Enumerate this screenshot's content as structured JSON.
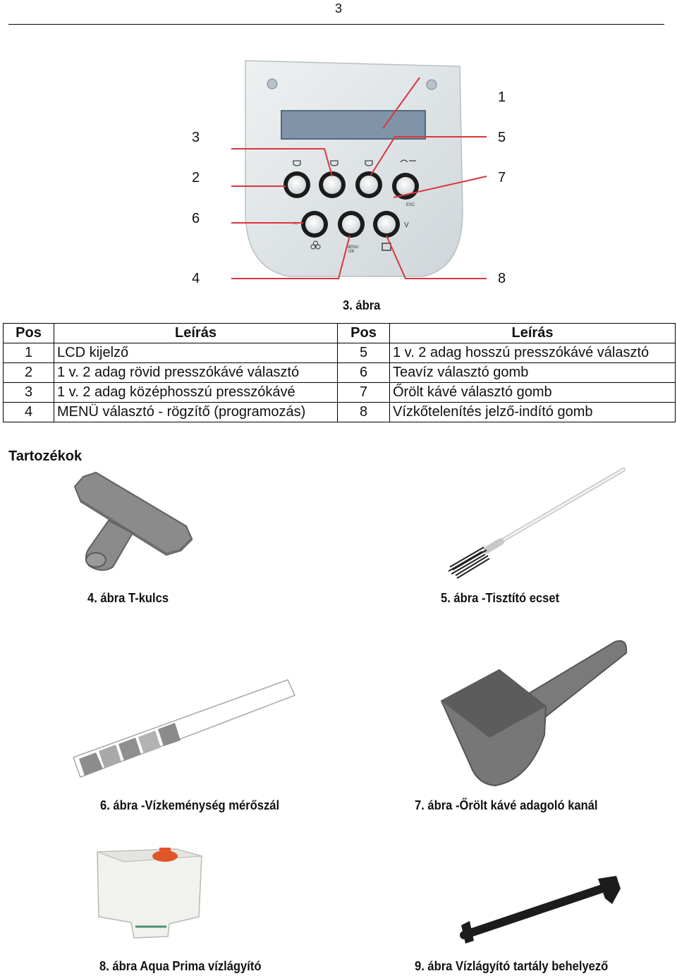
{
  "page_number": "3",
  "figure3": {
    "caption": "3. ábra",
    "callouts_left": [
      "3",
      "2",
      "6",
      "4"
    ],
    "callouts_right": [
      "1",
      "5",
      "7",
      "8"
    ],
    "panel_labels": {
      "esc": "ESC",
      "up": "^",
      "down": "V",
      "menu": "MENU",
      "ok": "OK"
    }
  },
  "table": {
    "headers": [
      "Pos",
      "Leírás",
      "Pos",
      "Leírás"
    ],
    "rows": [
      {
        "pos1": "1",
        "desc1": "LCD kijelző",
        "pos2": "5",
        "desc2": "1 v. 2 adag hosszú presszókávé választó"
      },
      {
        "pos1": "2",
        "desc1": "1 v. 2 adag rövid presszókávé választó",
        "pos2": "6",
        "desc2": "Teavíz választó gomb"
      },
      {
        "pos1": "3",
        "desc1": "1 v. 2 adag középhosszú presszókávé",
        "pos2": "7",
        "desc2": "Őrölt kávé választó gomb"
      },
      {
        "pos1": "4",
        "desc1": "MENÜ választó - rögzítő (programozás)",
        "pos2": "8",
        "desc2": "Vízkőtelenítés jelző-indító gomb"
      }
    ]
  },
  "accessories_heading": "Tartozékok",
  "figures": {
    "fig4": "4. ábra T-kulcs",
    "fig5": "5. ábra -Tisztító ecset",
    "fig6": "6. ábra -Vízkeménység mérőszál",
    "fig7": "7. ábra -Őrölt kávé adagoló kanál",
    "fig8": "8. ábra Aqua Prima vízlágyító",
    "fig9": "9. ábra Vízlágyító tartály behelyező"
  },
  "colors": {
    "callout_line": "#d9363e",
    "panel": "#dfe4e6",
    "lcd": "#7f94a8",
    "accessory_grey": "#6f6f6f",
    "filter_cap": "#e0562a"
  }
}
